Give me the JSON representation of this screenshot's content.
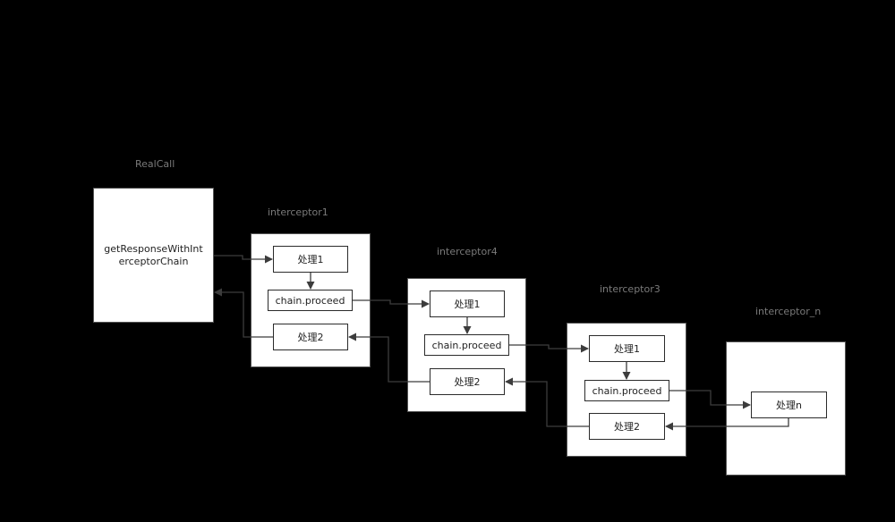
{
  "realcall": {
    "caption": "RealCall",
    "method_line1": "getResponseWithInt",
    "method_line2": "erceptorChain"
  },
  "interceptors": [
    {
      "caption": "interceptor1",
      "step1": "处理1",
      "proceed": "chain.proceed",
      "step2": "处理2"
    },
    {
      "caption": "interceptor4",
      "step1": "处理1",
      "proceed": "chain.proceed",
      "step2": "处理2"
    },
    {
      "caption": "interceptor3",
      "step1": "处理1",
      "proceed": "chain.proceed",
      "step2": "处理2"
    }
  ],
  "last_interceptor": {
    "caption": "interceptor_n",
    "step": "处理n"
  },
  "colors": {
    "background": "#000000",
    "panel": "#ffffff",
    "caption": "#7a7a7a",
    "connector": "#3c3c3c"
  }
}
